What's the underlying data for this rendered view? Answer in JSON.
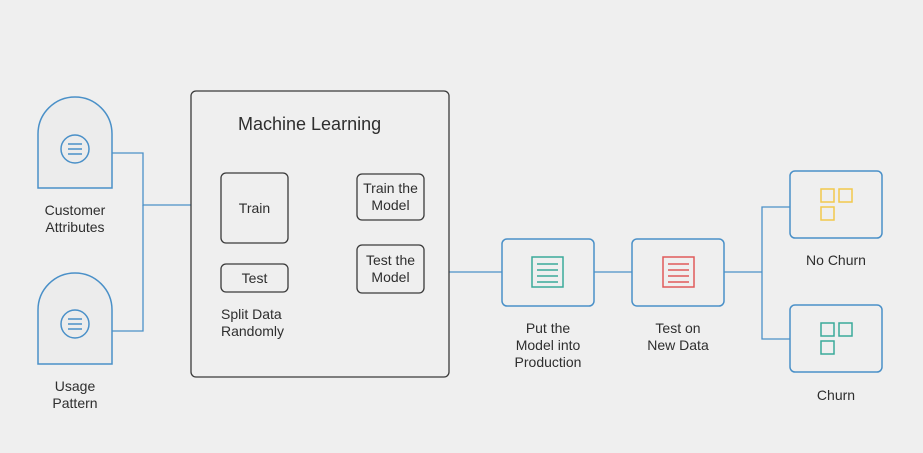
{
  "inputs": {
    "customer_attributes": "Customer\nAttributes",
    "usage_pattern": "Usage\nPattern"
  },
  "ml_block": {
    "title": "Machine Learning",
    "train": "Train",
    "test": "Test",
    "train_model": "Train the\nModel",
    "test_model": "Test the\nModel",
    "split": "Split Data\nRandomly"
  },
  "pipeline": {
    "production": "Put the\nModel into\nProduction",
    "test_new": "Test on\nNew Data"
  },
  "outputs": {
    "no_churn": "No Churn",
    "churn": "Churn"
  },
  "colors": {
    "connector": "#4a90c8",
    "production_doc": "#3aaa9a",
    "test_doc": "#e05a5a",
    "no_churn_squares": "#f2c94c",
    "churn_squares": "#3aaa9a",
    "input_doc": "#4a90c8"
  }
}
